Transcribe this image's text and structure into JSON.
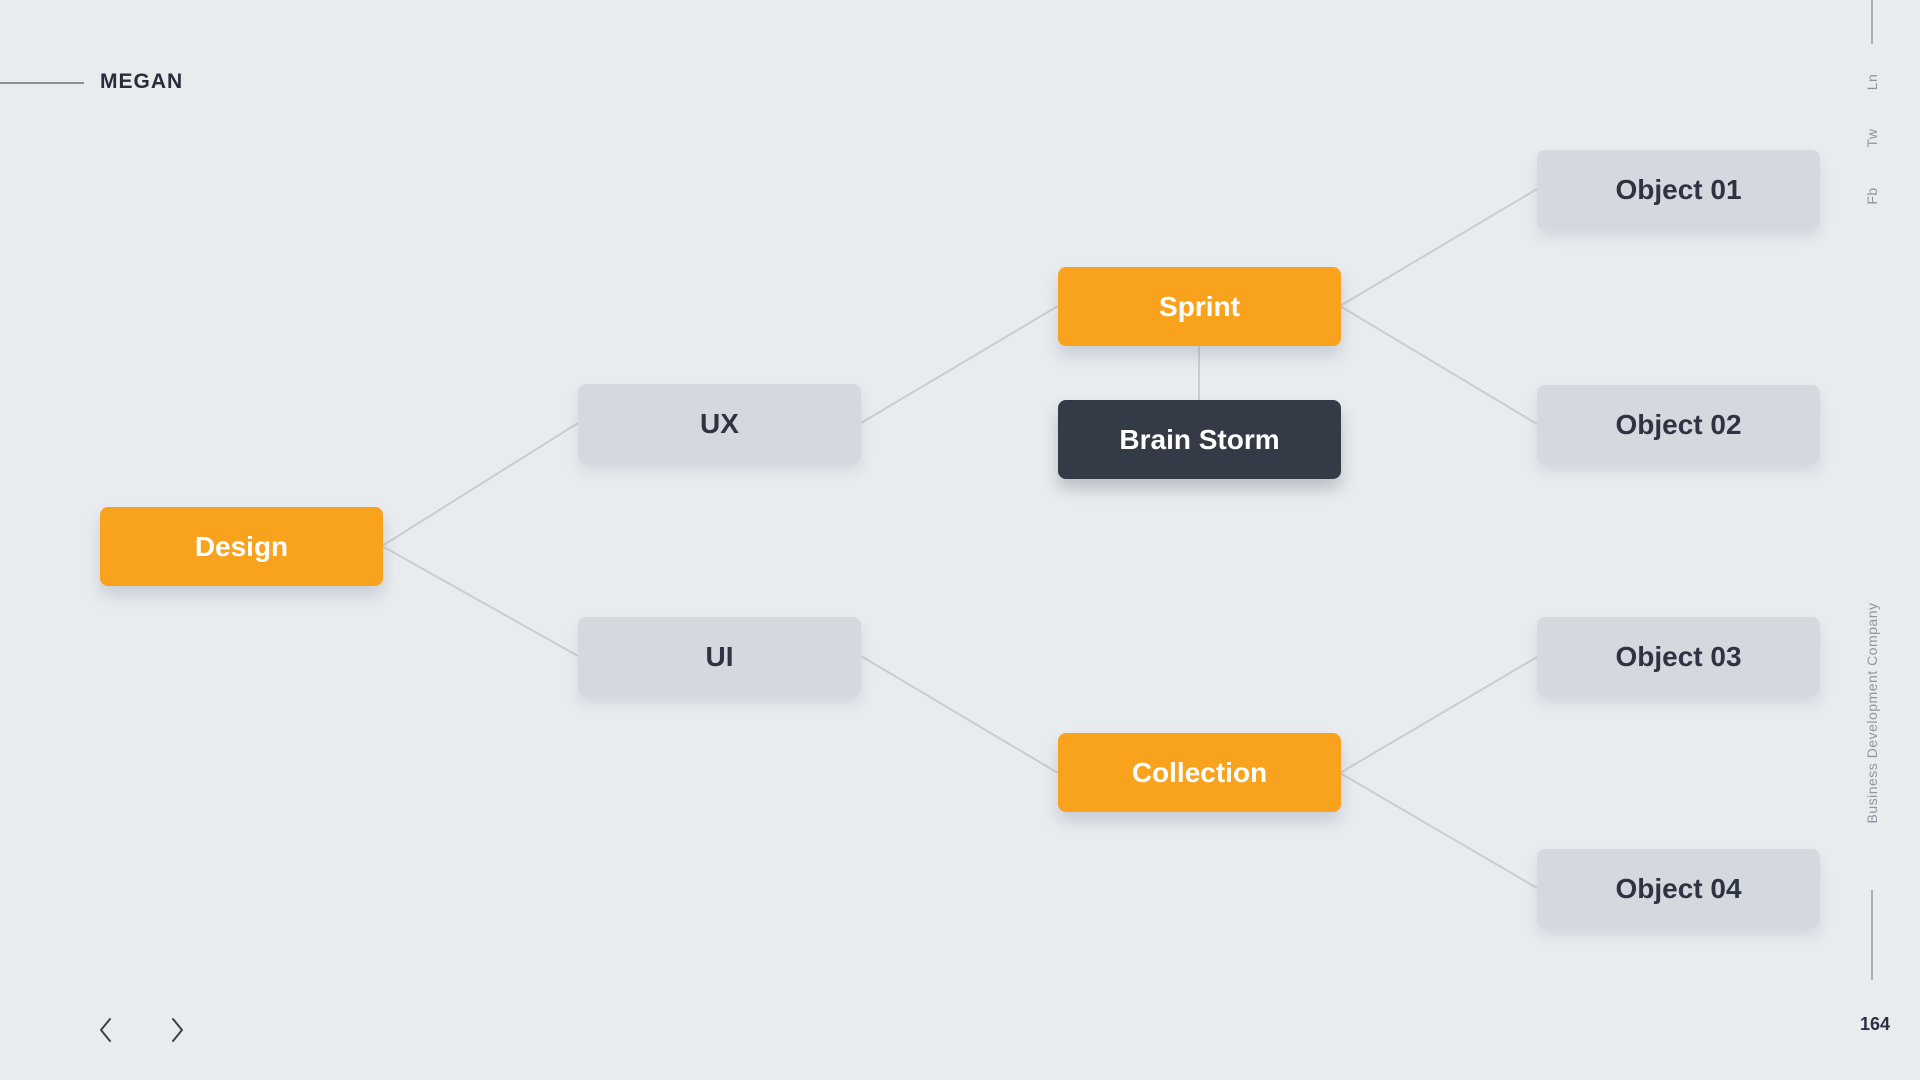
{
  "slide": {
    "brand": "MEGAN",
    "page_number": "164"
  },
  "social_rail": {
    "items": [
      {
        "label": "Ln"
      },
      {
        "label": "Tw"
      },
      {
        "label": "Fb"
      }
    ],
    "company_label": "Business Development Company"
  },
  "diagram": {
    "nodes": [
      {
        "id": "design",
        "label": "Design",
        "style": "accent"
      },
      {
        "id": "ux",
        "label": "UX",
        "style": "muted"
      },
      {
        "id": "ui",
        "label": "UI",
        "style": "muted"
      },
      {
        "id": "sprint",
        "label": "Sprint",
        "style": "accent"
      },
      {
        "id": "brain-storm",
        "label": "Brain Storm",
        "style": "dark"
      },
      {
        "id": "collection",
        "label": "Collection",
        "style": "accent"
      },
      {
        "id": "object-01",
        "label": "Object 01",
        "style": "muted"
      },
      {
        "id": "object-02",
        "label": "Object 02",
        "style": "muted"
      },
      {
        "id": "object-03",
        "label": "Object 03",
        "style": "muted"
      },
      {
        "id": "object-04",
        "label": "Object 04",
        "style": "muted"
      }
    ],
    "connections": [
      {
        "from": "design",
        "to": "ux"
      },
      {
        "from": "design",
        "to": "ui"
      },
      {
        "from": "ux",
        "to": "sprint"
      },
      {
        "from": "ui",
        "to": "collection"
      },
      {
        "from": "sprint",
        "to": "brain-storm"
      },
      {
        "from": "sprint",
        "to": "object-01"
      },
      {
        "from": "sprint",
        "to": "object-02"
      },
      {
        "from": "collection",
        "to": "object-03"
      },
      {
        "from": "collection",
        "to": "object-04"
      }
    ]
  },
  "navigation": {
    "prev_icon": "chevron-left",
    "next_icon": "chevron-right"
  },
  "colors": {
    "background": "#E9ECEF",
    "accent": "#F9A21D",
    "muted_node": "#D6D8E0",
    "dark_node": "#343A46",
    "text_dark": "#2B3140",
    "text_muted": "#8F959F",
    "connector": "#C9CDD3"
  }
}
